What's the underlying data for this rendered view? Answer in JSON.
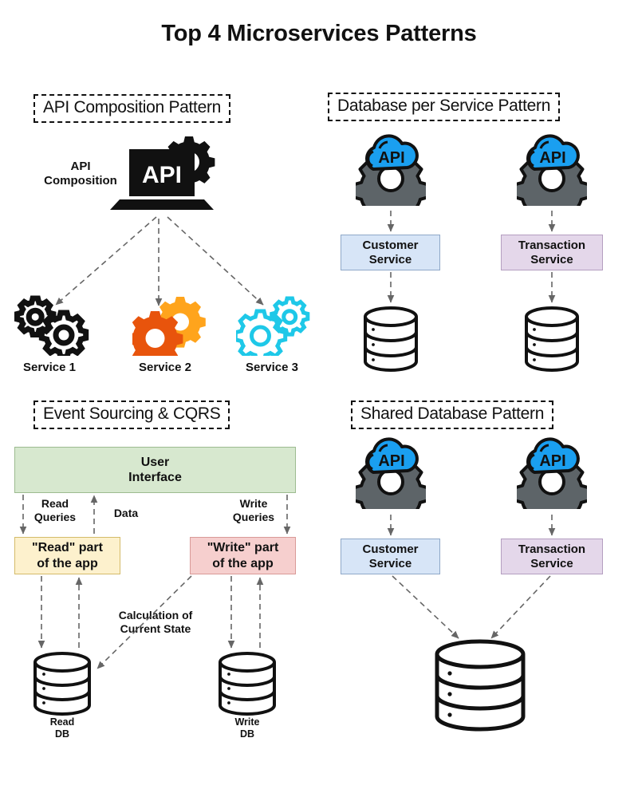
{
  "title": "Top 4 Microservices Patterns",
  "panels": [
    {
      "id": "api-composition",
      "header": "API Composition Pattern",
      "node_label": "API\nComposition",
      "node_label_line1": "API",
      "node_label_line2": "Composition",
      "hub_icon_text": "API",
      "services": [
        {
          "label": "Service 1",
          "color": "#111111"
        },
        {
          "label": "Service 2",
          "color": "#e8540c"
        },
        {
          "label": "Service 3",
          "color": "#1ec8e8"
        }
      ]
    },
    {
      "id": "database-per-service",
      "header": "Database per Service Pattern",
      "columns": [
        {
          "api_label": "API",
          "service_line1": "Customer",
          "service_line2": "Service",
          "service_color": "#d7e5f7",
          "db": true
        },
        {
          "api_label": "API",
          "service_line1": "Transaction",
          "service_line2": "Service",
          "service_color": "#e4d7ea",
          "db": true
        }
      ]
    },
    {
      "id": "event-sourcing-cqrs",
      "header": "Event Sourcing & CQRS",
      "ui_line1": "User",
      "ui_line2": "Interface",
      "edge_labels": {
        "read_queries_line1": "Read",
        "read_queries_line2": "Queries",
        "data": "Data",
        "write_queries_line1": "Write",
        "write_queries_line2": "Queries",
        "calculation_line1": "Calculation of",
        "calculation_line2": "Current State"
      },
      "read_box_line1": "\"Read\" part",
      "read_box_line2": "of the app",
      "write_box_line1": "\"Write\" part",
      "write_box_line2": "of the app",
      "read_db_line1": "Read",
      "read_db_line2": "DB",
      "write_db_line1": "Write",
      "write_db_line2": "DB"
    },
    {
      "id": "shared-database",
      "header": "Shared Database Pattern",
      "columns": [
        {
          "api_label": "API",
          "service_line1": "Customer",
          "service_line2": "Service",
          "service_color": "#d7e5f7"
        },
        {
          "api_label": "API",
          "service_line1": "Transaction",
          "service_line2": "Service",
          "service_color": "#e4d7ea"
        }
      ],
      "shared_db": true
    }
  ],
  "colors": {
    "background": "#ffffff",
    "text": "#111111",
    "cloud_blue": "#1a9ff0",
    "gear_gray": "#5d6468",
    "service1": "#111111",
    "service2_dark": "#e8540c",
    "service2_light": "#ffa41c",
    "service3": "#1ec8e8",
    "customer_box": "#d7e5f7",
    "transaction_box": "#e4d7ea",
    "ui_box": "#d7e8cf",
    "read_box": "#fdf1cd",
    "write_box": "#f6cfce",
    "arrow": "#666666"
  }
}
